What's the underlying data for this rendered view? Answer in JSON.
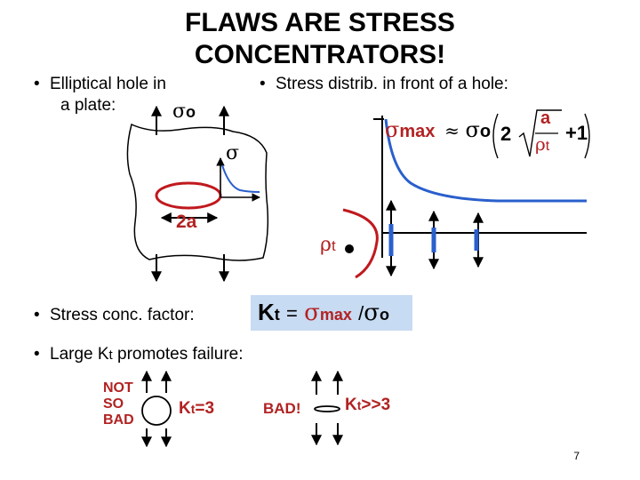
{
  "slide": {
    "title_line1": "FLAWS ARE STRESS",
    "title_line2": "CONCENTRATORS!",
    "bullet_elliptical_line1": "Elliptical hole in",
    "bullet_elliptical_line2": "a plate:",
    "bullet_stress_distrib": "Stress distrib. in front of a hole:",
    "bullet_stress_conc": "Stress conc. factor:",
    "bullet_large_kt_prefix": "Large K",
    "bullet_large_kt_sub": "t",
    "bullet_large_kt_suffix": " promotes failure:",
    "page_number": "7"
  },
  "plate_figure": {
    "sigma_o_symbol": "σ",
    "sigma_o_sub": "o",
    "sigma_symbol": "σ",
    "two_a_label": "2a"
  },
  "stress_figure": {
    "sigma_max_symbol": "σ",
    "sigma_max_sub": "max",
    "approx": "≈",
    "sigma_o_symbol": "σ",
    "sigma_o_sub": "o",
    "factor_2": "2",
    "frac_numerator": "a",
    "frac_den_symbol": "ρ",
    "frac_den_sub": "t",
    "plus_one": "+1",
    "rho_symbol": "ρ",
    "rho_sub": "t"
  },
  "kt_formula": {
    "K": "K",
    "K_sub": "t",
    "equals": "=",
    "sigma_max_symbol": "σ",
    "sigma_max_sub": "max",
    "slash": "/",
    "sigma_o_symbol": "σ",
    "sigma_o_sub": "o",
    "highlight_color": "#c7dbf2"
  },
  "comparison": {
    "not_so_bad_1": "NOT",
    "not_so_bad_2": "SO",
    "not_so_bad_3": "BAD",
    "kt_low_K": "K",
    "kt_low_sub": "t",
    "kt_low_val": "=3",
    "bad_label": "BAD!",
    "kt_high_K": "K",
    "kt_high_sub": "t",
    "kt_high_val": ">>3"
  },
  "colors": {
    "red": "#b22222",
    "blue": "#2a5fcc",
    "light_blue_box": "#c7dbf2"
  }
}
